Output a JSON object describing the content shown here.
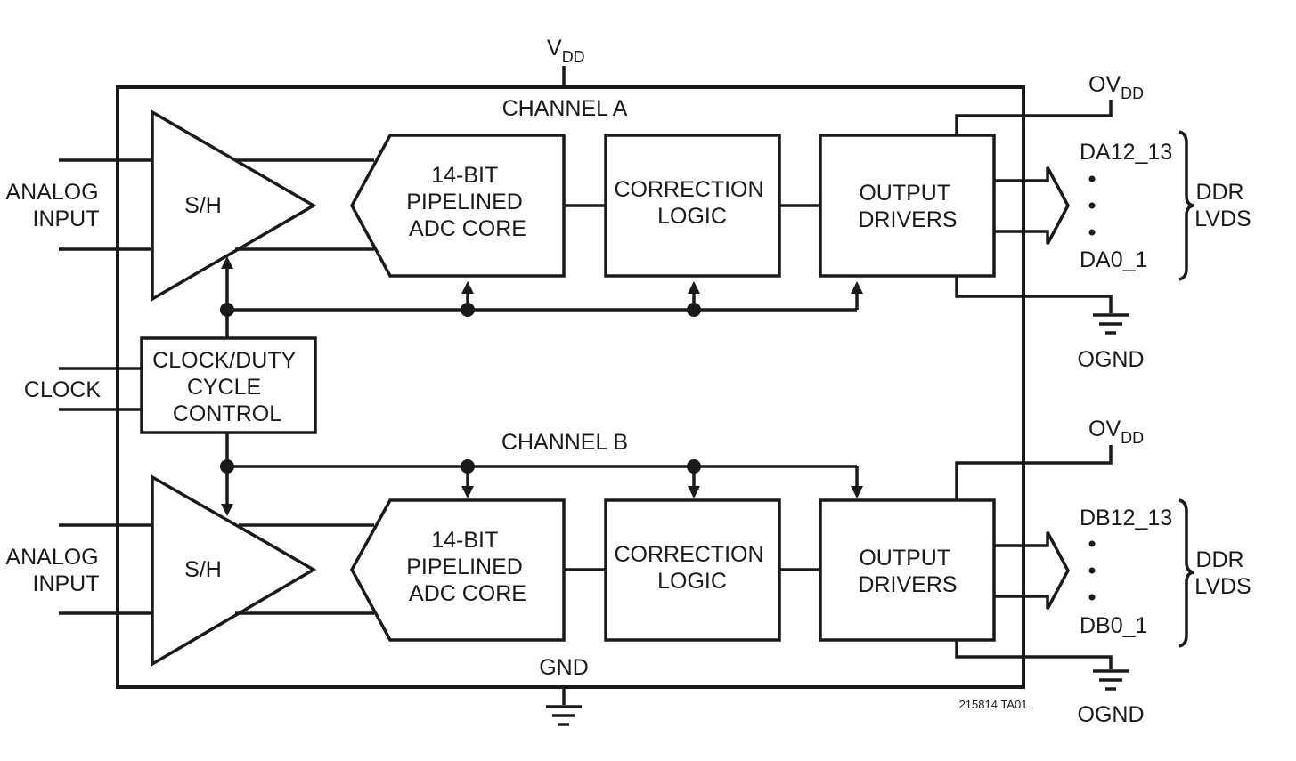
{
  "power": {
    "vdd_main": "V",
    "vdd_sub": "DD",
    "gnd": "GND",
    "ovdd_a_main": "OV",
    "ovdd_a_sub": "DD",
    "ovdd_b_main": "OV",
    "ovdd_b_sub": "DD",
    "ognd_a": "OGND",
    "ognd_b": "OGND"
  },
  "channel_a": {
    "title": "CHANNEL A",
    "input_label": [
      "ANALOG",
      "INPUT"
    ],
    "sh": "S/H",
    "adc": [
      "14-BIT",
      "PIPELINED",
      "ADC CORE"
    ],
    "correction": [
      "CORRECTION",
      "LOGIC"
    ],
    "drivers": [
      "OUTPUT",
      "DRIVERS"
    ],
    "out_top": "DA12_13",
    "out_bottom": "DA0_1",
    "ddr": [
      "DDR",
      "LVDS"
    ]
  },
  "channel_b": {
    "title": "CHANNEL B",
    "input_label": [
      "ANALOG",
      "INPUT"
    ],
    "sh": "S/H",
    "adc": [
      "14-BIT",
      "PIPELINED",
      "ADC CORE"
    ],
    "correction": [
      "CORRECTION",
      "LOGIC"
    ],
    "drivers": [
      "OUTPUT",
      "DRIVERS"
    ],
    "out_top": "DB12_13",
    "out_bottom": "DB0_1",
    "ddr": [
      "DDR",
      "LVDS"
    ]
  },
  "clock": {
    "input_label": "CLOCK",
    "block": [
      "CLOCK/DUTY",
      "CYCLE",
      "CONTROL"
    ]
  },
  "figure_id": "215814 TA01"
}
